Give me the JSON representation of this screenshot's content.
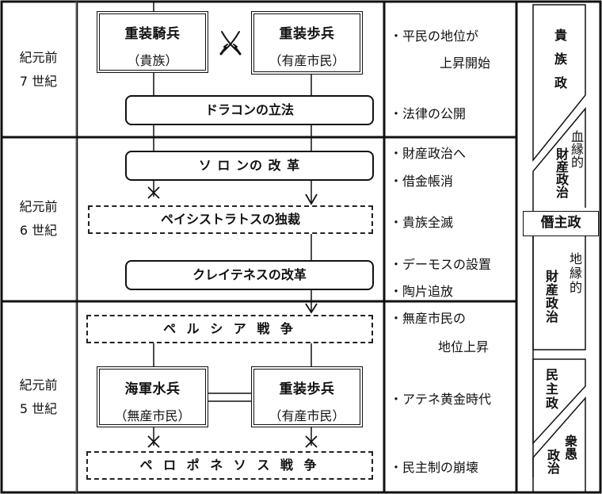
{
  "eras": [
    {
      "line1": "紀元前",
      "line2": "7 世紀"
    },
    {
      "line1": "紀元前",
      "line2": "6 世紀"
    },
    {
      "line1": "紀元前",
      "line2": "5 世紀"
    }
  ],
  "era7": {
    "cavalry": {
      "title": "重装騎兵",
      "sub": "（貴族）"
    },
    "hoplite": {
      "title": "重装歩兵",
      "sub": "（有産市民）"
    },
    "conflict_icon": "crossed-swords-icon",
    "draco": "ドラコンの立法"
  },
  "era6": {
    "solon": "ソ ロ ンの 改 革",
    "peisistratus": "ペイシストラトスの独裁",
    "cleisthenes": "クレイテネスの改革"
  },
  "era5": {
    "persian_war": "ペ ル シ ア 戦 争",
    "navy": {
      "title": "海軍水兵",
      "sub": "（無産市民）"
    },
    "hoplite": {
      "title": "重装歩兵",
      "sub": "（有産市民）"
    },
    "peloponnesian_war": "ペ ロ ポ ネ ソ ス 戦 争"
  },
  "notes": {
    "n1a": "・平民の地位が",
    "n1b": "上昇開始",
    "n2": "・法律の公開",
    "n3": "・財産政治へ",
    "n4": "・借金帳消",
    "n5": "・貴族全滅",
    "n6": "・デーモスの設置",
    "n7": "・陶片追放",
    "n8a": "・無産市民の",
    "n8b": "地位上昇",
    "n9": "・アテネ黄金時代",
    "n10": "・民主制の崩壊"
  },
  "polity": {
    "aristocracy": "貴族政",
    "blood_note": "血縁的",
    "timocracy1": "財産政治",
    "tyranny": "僭主政",
    "land_note": "地縁的",
    "timocracy2": "財産政治",
    "democracy": "民主政",
    "mob_note": "衆愚",
    "mob_rule": "政治"
  }
}
